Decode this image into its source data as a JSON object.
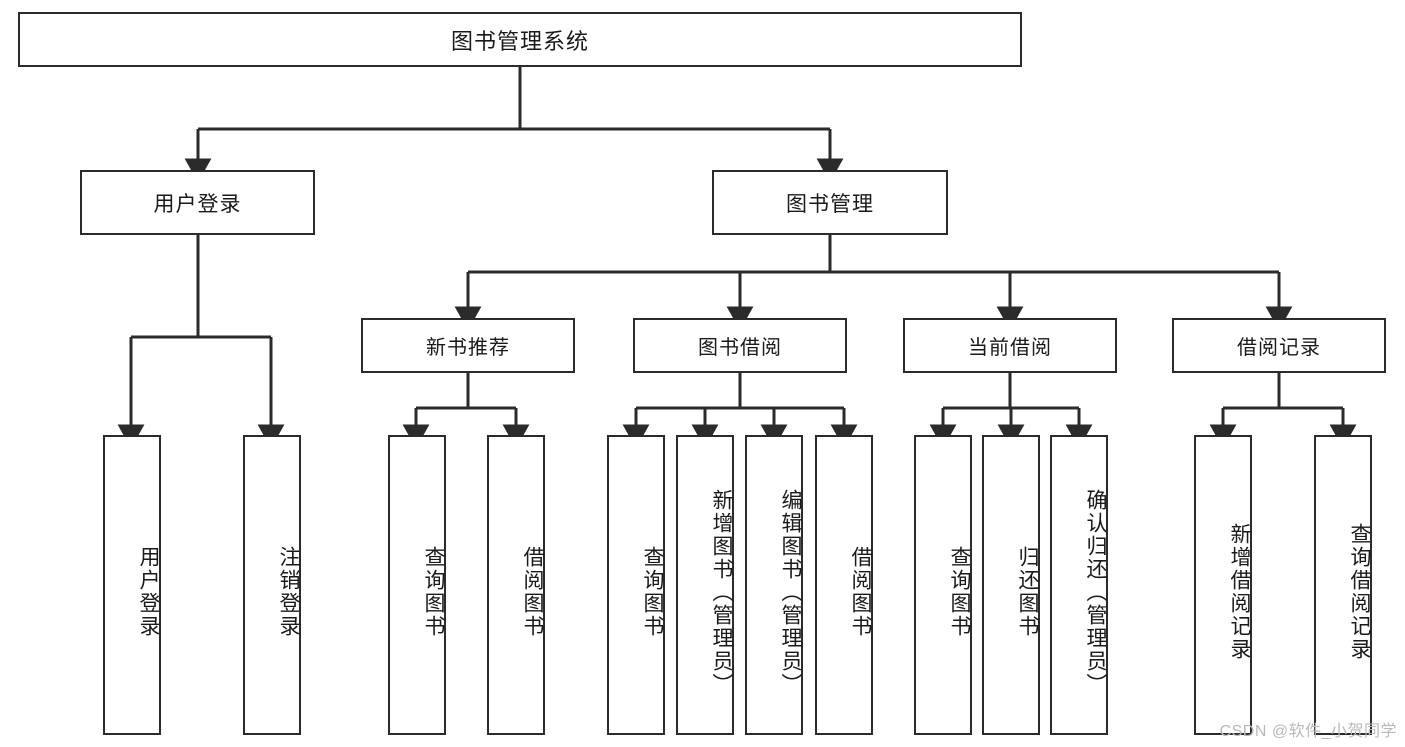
{
  "diagram": {
    "title": "图书管理系统",
    "type": "功能结构图",
    "root": {
      "label": "图书管理系统"
    },
    "level1": [
      {
        "label": "用户登录"
      },
      {
        "label": "图书管理"
      }
    ],
    "level2": [
      {
        "label": "新书推荐"
      },
      {
        "label": "图书借阅"
      },
      {
        "label": "当前借阅"
      },
      {
        "label": "借阅记录"
      }
    ],
    "leaves": [
      {
        "label": "用户登录",
        "parent": "用户登录"
      },
      {
        "label": "注销登录",
        "parent": "用户登录"
      },
      {
        "label": "查询图书",
        "parent": "新书推荐"
      },
      {
        "label": "借阅图书",
        "parent": "新书推荐"
      },
      {
        "label": "查询图书",
        "parent": "图书借阅"
      },
      {
        "label": "新增图书（管理员）",
        "parent": "图书借阅"
      },
      {
        "label": "编辑图书（管理员）",
        "parent": "图书借阅"
      },
      {
        "label": "借阅图书",
        "parent": "图书借阅"
      },
      {
        "label": "查询图书",
        "parent": "当前借阅"
      },
      {
        "label": "归还图书",
        "parent": "当前借阅"
      },
      {
        "label": "确认归还（管理员）",
        "parent": "当前借阅"
      },
      {
        "label": "新增借阅记录",
        "parent": "借阅记录"
      },
      {
        "label": "查询借阅记录",
        "parent": "借阅记录"
      }
    ]
  },
  "watermark": {
    "text": "CSDN @软件_小贺同学"
  },
  "colors": {
    "border": "#2b2b2b",
    "background": "#ffffff",
    "text": "#1a1a1a",
    "watermark": "#b9b9b9"
  }
}
